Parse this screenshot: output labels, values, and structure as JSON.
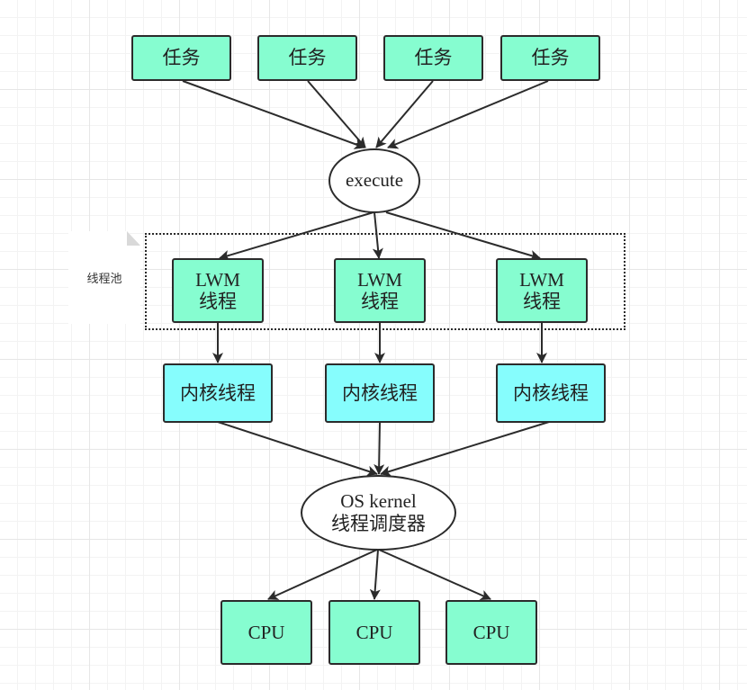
{
  "tasks": [
    "任务",
    "任务",
    "任务",
    "任务"
  ],
  "execute": "execute",
  "pool_label": "线程池",
  "lwm": [
    {
      "line1": "LWM",
      "line2": "线程"
    },
    {
      "line1": "LWM",
      "line2": "线程"
    },
    {
      "line1": "LWM",
      "line2": "线程"
    }
  ],
  "kernel_threads": [
    "内核线程",
    "内核线程",
    "内核线程"
  ],
  "scheduler": {
    "line1": "OS kernel",
    "line2": "线程调度器"
  },
  "cpus": [
    "CPU",
    "CPU",
    "CPU"
  ],
  "colors": {
    "task_fill": "#86fdd0",
    "kernel_fill": "#86fdfd",
    "stroke": "#2b2b2b"
  }
}
